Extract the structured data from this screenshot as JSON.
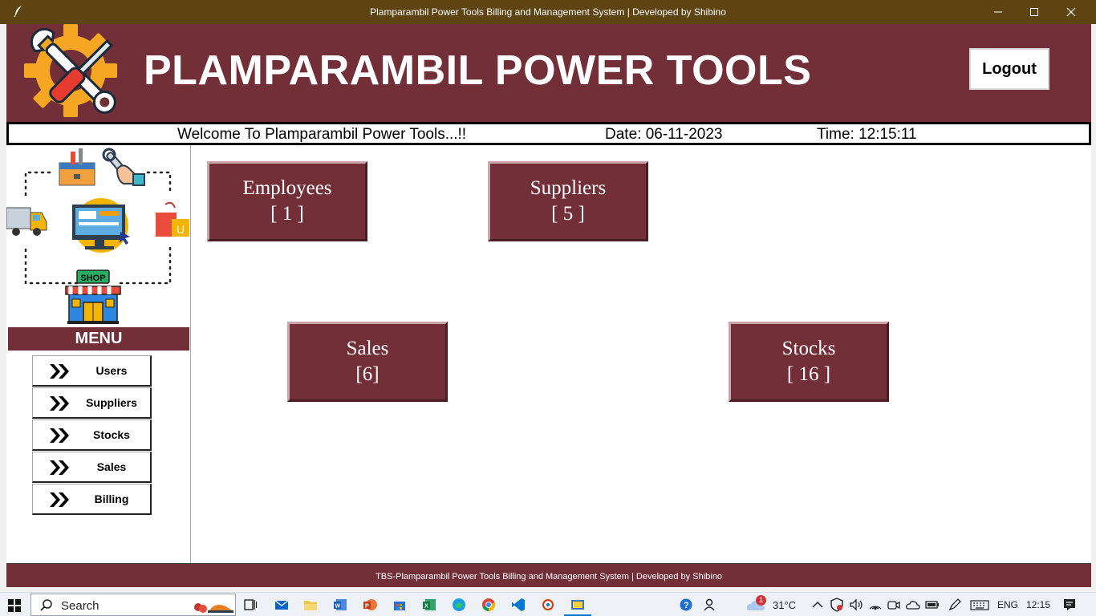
{
  "window": {
    "title": "Plamparambil Power Tools Billing and Management System |  Developed by Shibino"
  },
  "header": {
    "brand": "PLAMPARAMBIL POWER TOOLS",
    "logout_label": "Logout"
  },
  "info": {
    "welcome": "Welcome To Plamparambil Power Tools...!!",
    "date": "Date: 06-11-2023",
    "time": "Time: 12:15:11"
  },
  "sidebar": {
    "illustration_sign": "SHOP",
    "menu_title": "MENU",
    "items": [
      {
        "label": "Users"
      },
      {
        "label": "Suppliers"
      },
      {
        "label": "Stocks"
      },
      {
        "label": "Sales"
      },
      {
        "label": "Billing"
      }
    ]
  },
  "dashboard": {
    "employees": {
      "label": "Employees",
      "count": "[ 1 ]"
    },
    "suppliers": {
      "label": "Suppliers",
      "count": "[ 5 ]"
    },
    "sales": {
      "label": "Sales",
      "count": "[6]"
    },
    "stocks": {
      "label": "Stocks",
      "count": "[ 16 ]"
    }
  },
  "footer": {
    "line1": "TBS-Plamparambil Power Tools Billing and Management System |  Developed by Shibino"
  },
  "taskbar": {
    "search_label": "Search",
    "weather_badge": "1",
    "temperature": "31°C",
    "language": "ENG",
    "clock": "12:15"
  },
  "colors": {
    "maroon": "#722f37",
    "titlebar": "#5e4413",
    "taskbar": "#eef1f6"
  }
}
